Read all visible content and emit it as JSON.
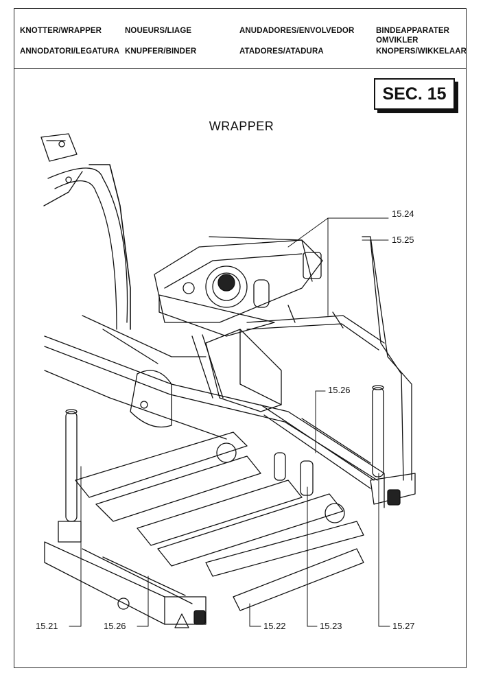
{
  "header": {
    "col1": [
      "KNOTTER/WRAPPER",
      "ANNODATORI/LEGATURA"
    ],
    "col2": [
      "NOUEURS/LIAGE",
      "KNUPFER/BINDER"
    ],
    "col3": [
      "ANUDADORES/ENVOLVEDOR",
      "ATADORES/ATADURA"
    ],
    "col4": [
      "BINDEAPPARATER",
      "OMVIKLER",
      "KNOPERS/WIKKELAAR"
    ]
  },
  "section_badge": "SEC. 15",
  "figure_title": "WRAPPER",
  "callouts": {
    "c1524": "15.24",
    "c1525": "15.25",
    "c1526_top": "15.26",
    "c1521": "15.21",
    "c1526_bottom": "15.26",
    "c1522": "15.22",
    "c1523": "15.23",
    "c1527": "15.27"
  }
}
